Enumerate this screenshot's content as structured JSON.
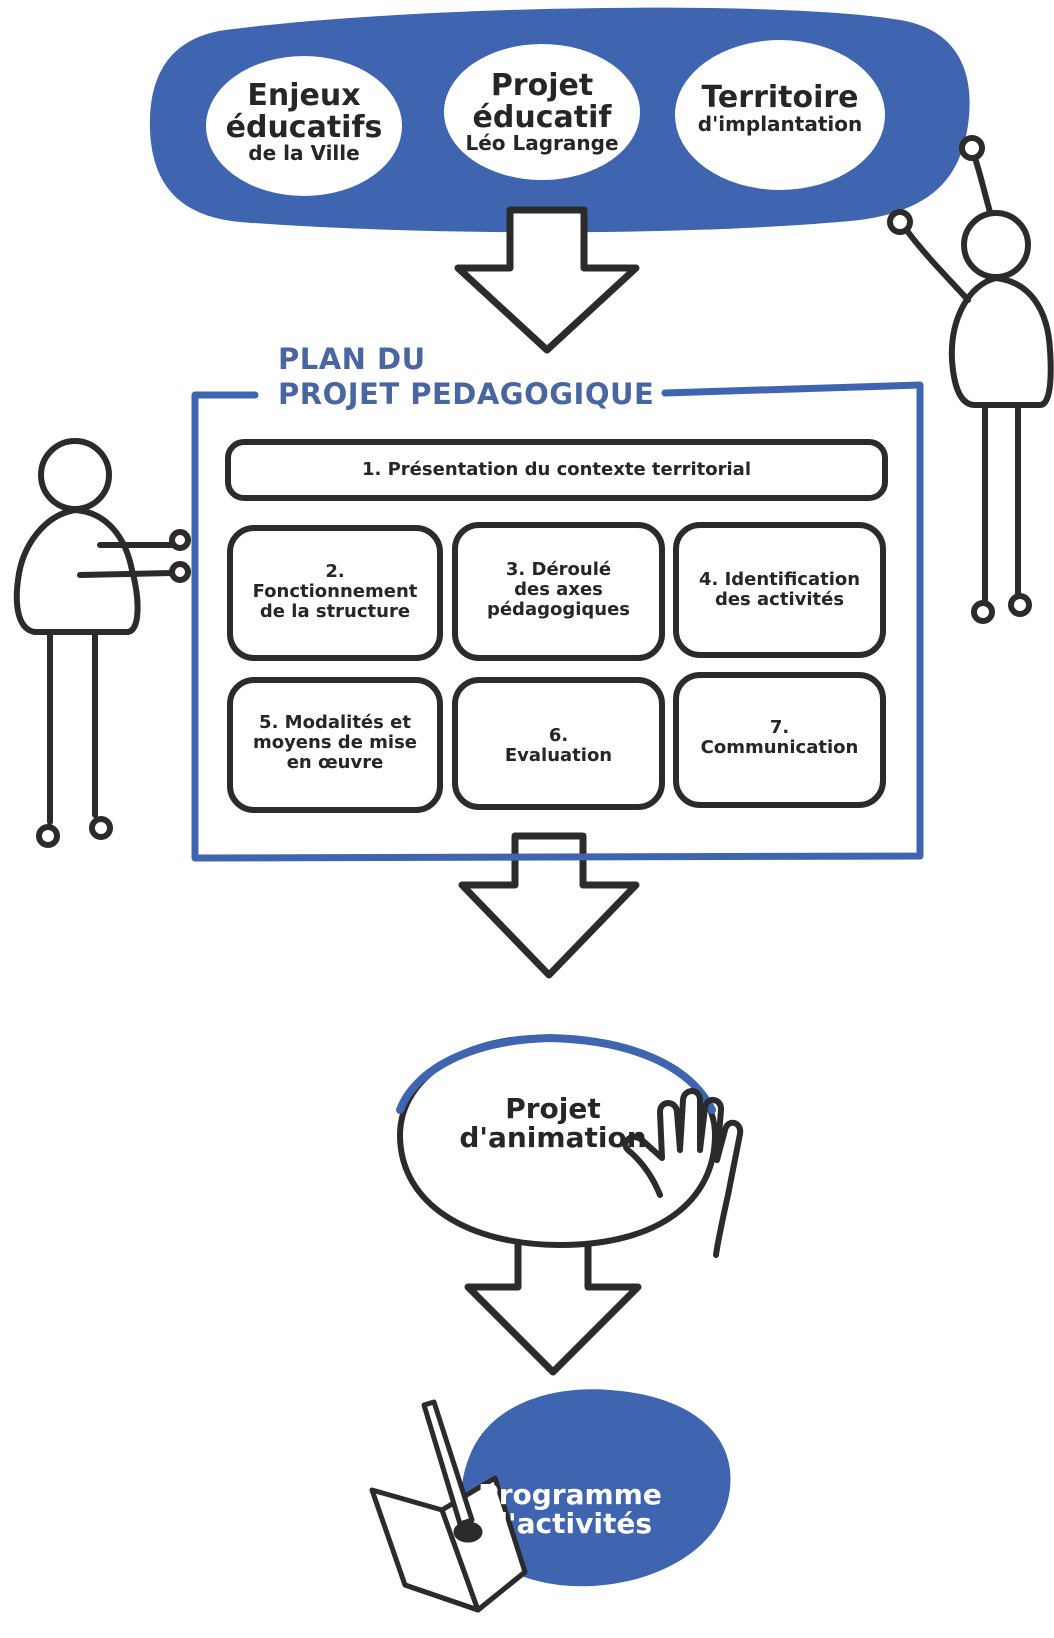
{
  "header": {
    "bubbles": [
      {
        "lines": [
          "Enjeux",
          "éducatifs"
        ],
        "sub": "de la Ville"
      },
      {
        "lines": [
          "Projet",
          "éducatif"
        ],
        "sub": "Léo Lagrange"
      },
      {
        "lines": [
          "Territoire"
        ],
        "sub": "d'implantation"
      }
    ]
  },
  "plan": {
    "title_line1": "PLAN DU",
    "title_line2": "PROJET PEDAGOGIQUE",
    "section1": "1. Présentation du contexte territorial",
    "boxes": [
      {
        "lines": [
          "2.",
          "Fonctionnement",
          "de la structure"
        ]
      },
      {
        "lines": [
          "3. Déroulé",
          "des axes",
          "pédagogiques"
        ]
      },
      {
        "lines": [
          "4. Identification",
          "des activités"
        ]
      },
      {
        "lines": [
          "5. Modalités et",
          "moyens de mise",
          "en œuvre"
        ]
      },
      {
        "lines": [
          "6.",
          "Evaluation"
        ]
      },
      {
        "lines": [
          "7.",
          "Communication"
        ]
      }
    ]
  },
  "animation": {
    "lines": [
      "Projet",
      "d'animation"
    ]
  },
  "programme": {
    "lines": [
      "Programme",
      "d'activités"
    ]
  },
  "colors": {
    "blue": "#3f64b0",
    "ink": "#2b2b2b",
    "title_blue": "#4a66a0"
  }
}
